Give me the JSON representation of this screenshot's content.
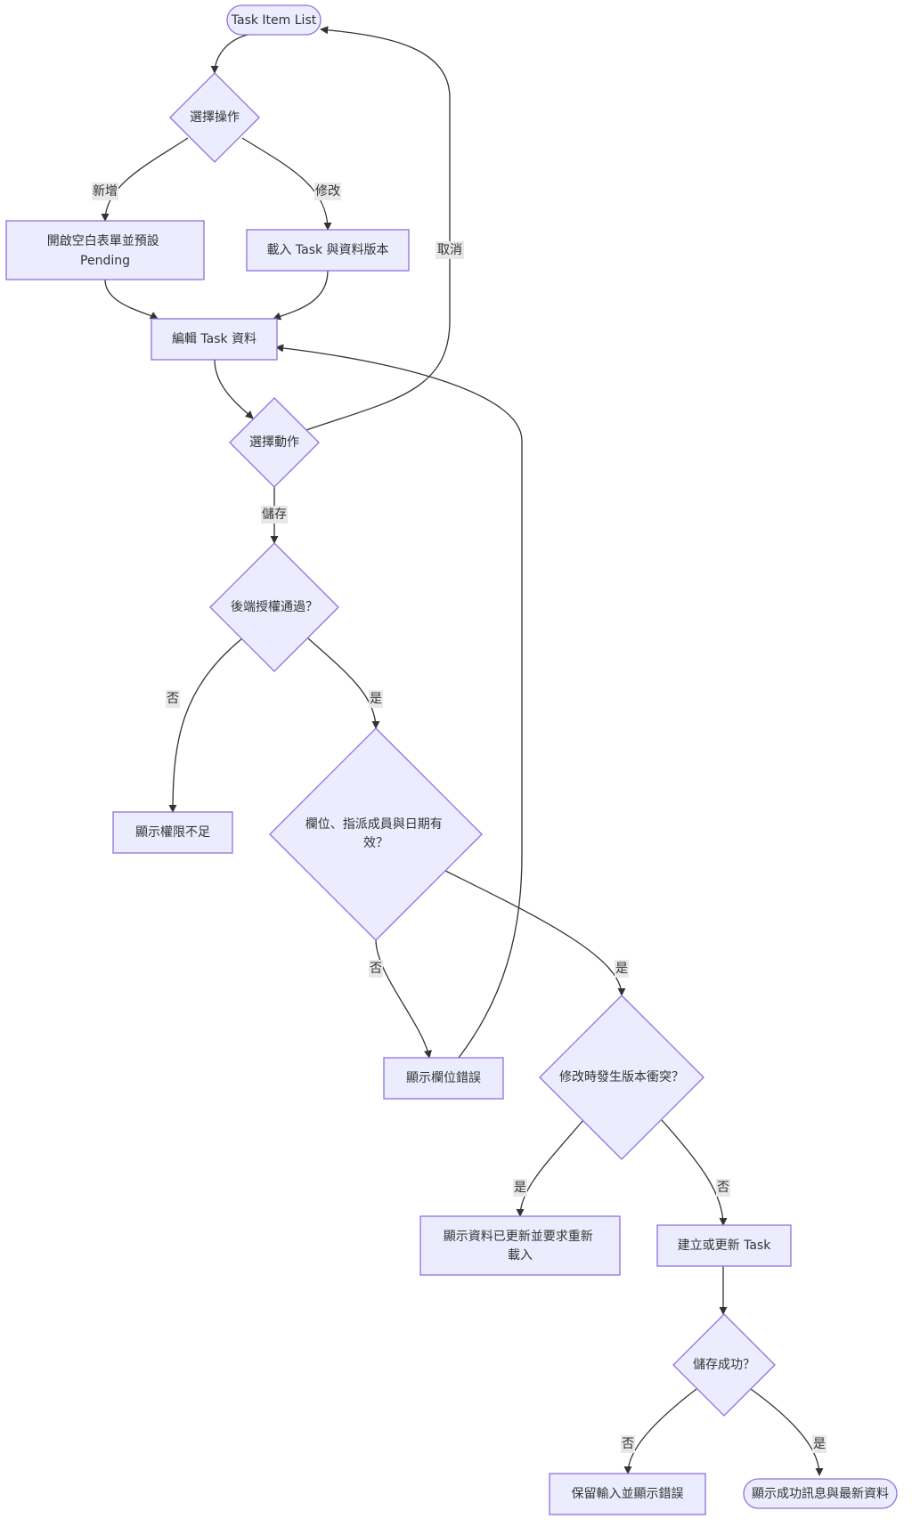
{
  "nodes": {
    "task_item_list": "Task Item List",
    "choose_operation": "選擇操作",
    "open_blank_form": [
      "開啟空白表單並預設",
      "Pending"
    ],
    "load_task": "載入 Task 與資料版本",
    "edit_task": "編輯 Task 資料",
    "choose_action": "選擇動作",
    "backend_auth": "後端授權通過？",
    "show_no_permission": "顯示權限不足",
    "fields_valid": [
      "欄位、指派成員與日期有",
      "效？"
    ],
    "show_field_error": "顯示欄位錯誤",
    "version_conflict": "修改時發生版本衝突？",
    "show_updated_reload": [
      "顯示資料已更新並要求重新",
      "載入"
    ],
    "create_or_update": "建立或更新 Task",
    "save_success": "儲存成功？",
    "keep_input_error": "保留輸入並顯示錯誤",
    "show_success": "顯示成功訊息與最新資料"
  },
  "edge_labels": {
    "add": "新增",
    "modify": "修改",
    "cancel": "取消",
    "save": "儲存",
    "auth_no": "否",
    "auth_yes": "是",
    "valid_no": "否",
    "valid_yes": "是",
    "conflict_yes": "是",
    "conflict_no": "否",
    "success_no": "否",
    "success_yes": "是"
  },
  "colors": {
    "node_fill": "#ECECFF",
    "node_stroke": "#9370DB",
    "edge": "#333333",
    "label_bg": "#E8E8E8"
  }
}
